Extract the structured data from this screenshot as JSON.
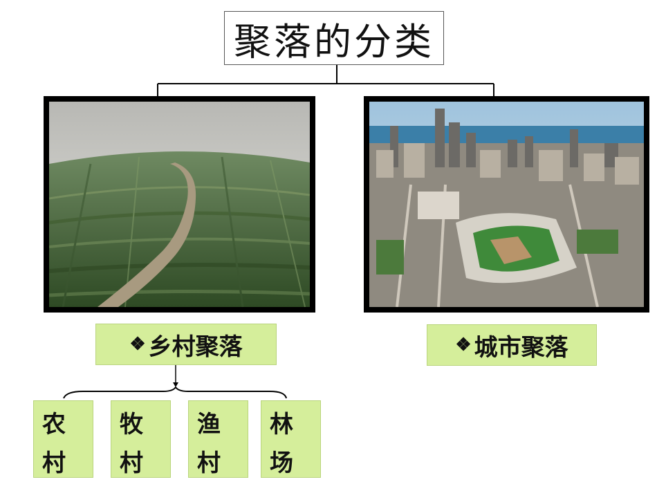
{
  "title": "聚落的分类",
  "categories": [
    {
      "bullet": "❖",
      "label": "乡村聚落"
    },
    {
      "bullet": "❖",
      "label": "城市聚落"
    }
  ],
  "rural_types": [
    {
      "line1": "农",
      "line2": "村"
    },
    {
      "line1": "牧",
      "line2": "村"
    },
    {
      "line1": "渔",
      "line2": "村"
    },
    {
      "line1": "林",
      "line2": "场"
    }
  ],
  "colors": {
    "label_fill": "#d5ee9b",
    "frame": "#000000",
    "connector": "#000000"
  }
}
